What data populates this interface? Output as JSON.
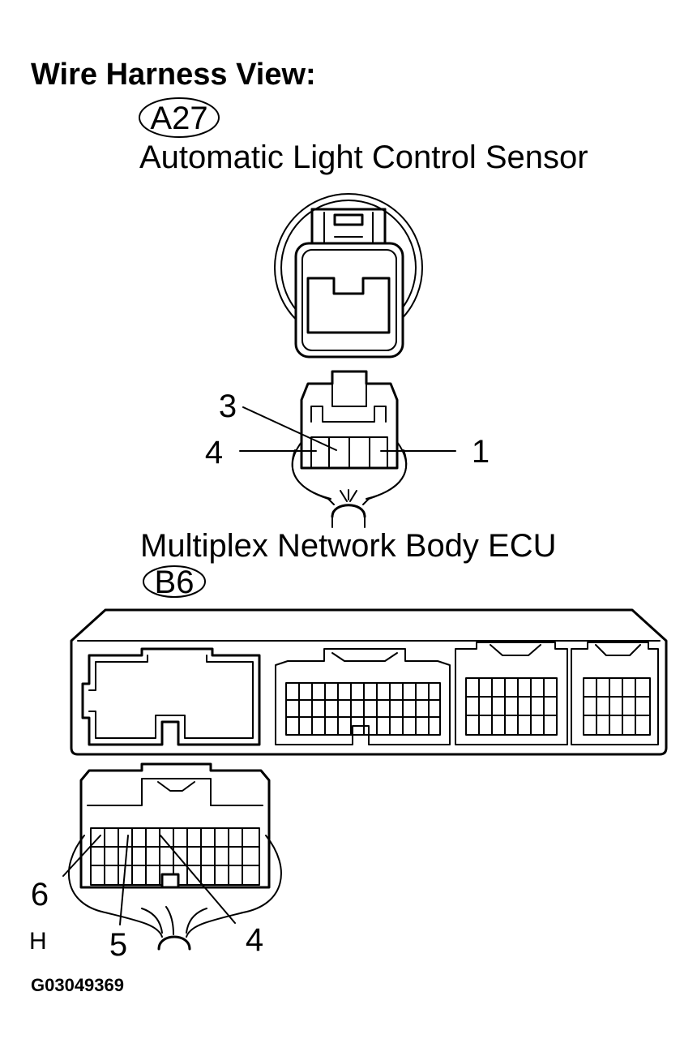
{
  "heading": "Wire Harness View:",
  "connectors": [
    {
      "code": "A27",
      "name": "Automatic Light Control Sensor",
      "pins": [
        "3",
        "4",
        "1"
      ]
    },
    {
      "code": "B6",
      "name": "Multiplex Network Body ECU",
      "pins": [
        "6",
        "5",
        "4"
      ]
    }
  ],
  "side_mark": "H",
  "figure_code": "G03049369"
}
